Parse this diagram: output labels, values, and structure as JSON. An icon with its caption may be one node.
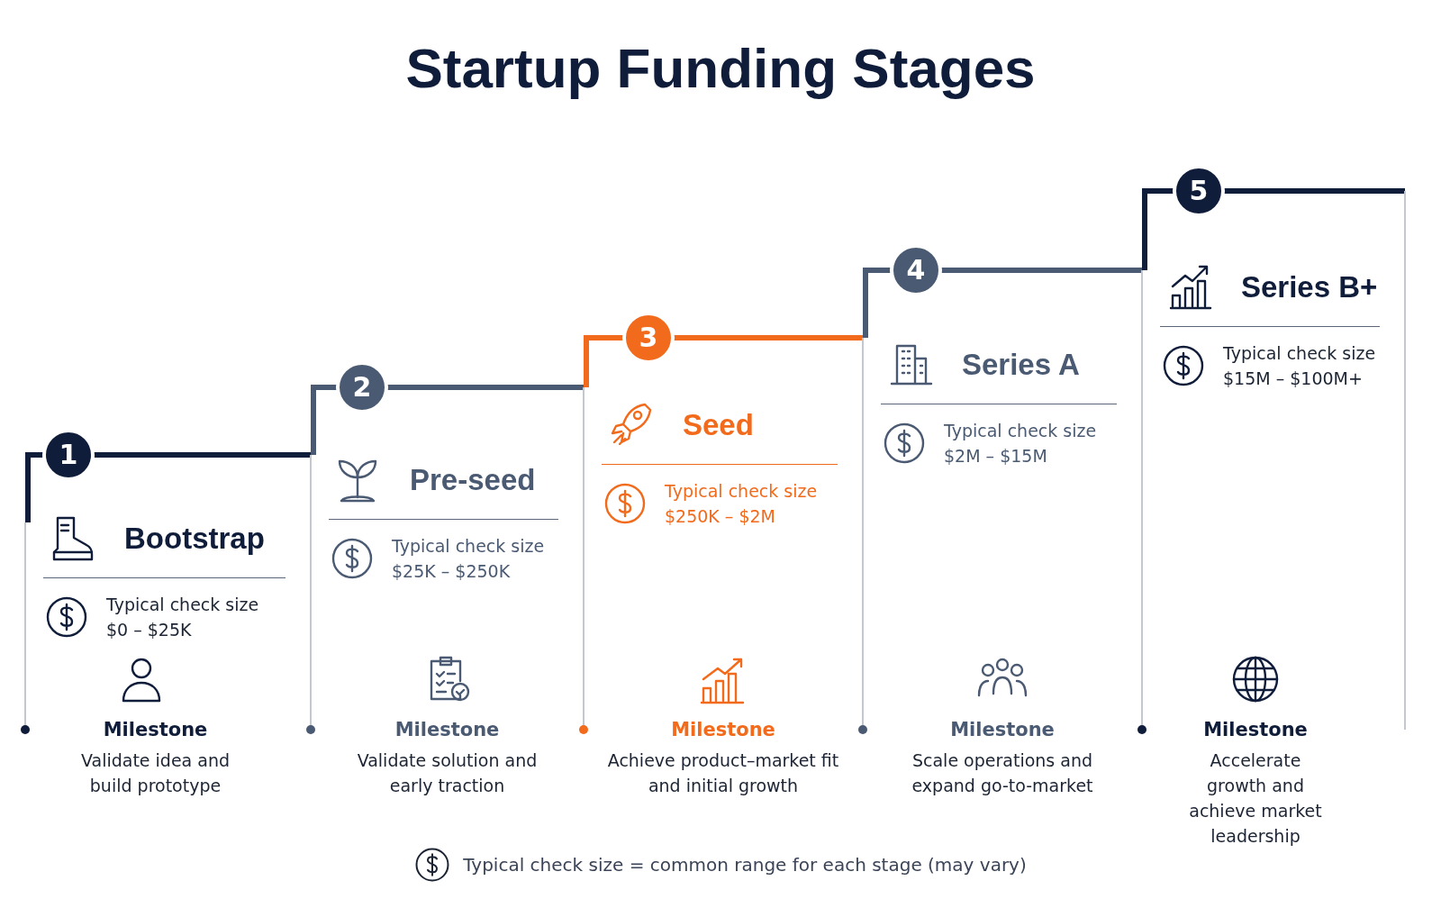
{
  "diagram": {
    "title": "Startup Funding Stages",
    "nodes": [
      {
        "text": [
          "1",
          "Bootstrap",
          "Typical check size $0 – $25K",
          "Milestone",
          "Validate idea and build prototype"
        ]
      },
      {
        "text": [
          "2",
          "Pre-seed",
          "Typical check size $25K – $250K",
          "Milestone",
          "Validate solution and early traction"
        ]
      },
      {
        "text": [
          "3",
          "Seed",
          "Typical check size $250K – $2M",
          "Milestone",
          "Achieve product–market fit and initial growth"
        ]
      },
      {
        "text": [
          "4",
          "Series A",
          "Typical check size $2M – $15M",
          "Milestone",
          "Scale operations and expand go-to-market"
        ]
      },
      {
        "text": [
          "5",
          "Series B+",
          "Typical check size $15M – $100M+",
          "Milestone",
          "Accelerate growth and achieve market leadership"
        ]
      }
    ],
    "edges": [],
    "legend": [
      {
        "text": "Typical check size = common range for each stage (may vary)"
      }
    ]
  }
}
